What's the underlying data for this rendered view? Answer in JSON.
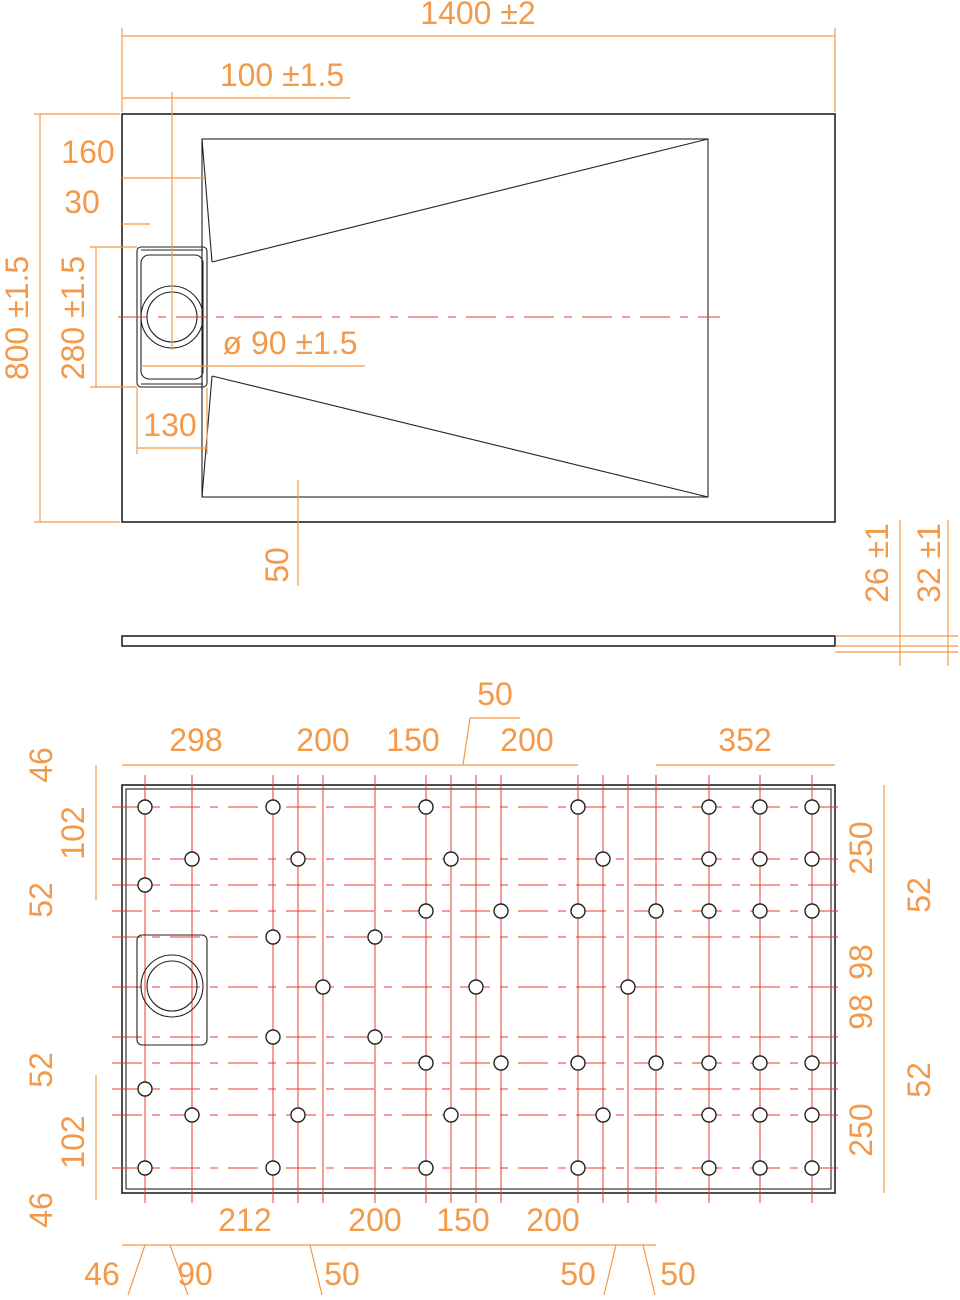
{
  "colors": {
    "dimension": "#f2994a",
    "outline": "#222222",
    "grid": "#e63b2e"
  },
  "top_view": {
    "overall_length": "1400 ±2",
    "overall_width": "800 ±1.5",
    "waste_offset": "100 ±1.5",
    "dim_160": "160",
    "dim_30": "30",
    "drain_length": "280 ±1.5",
    "drain_diameter": "ø 90 ±1.5",
    "dim_130": "130",
    "dim_50": "50"
  },
  "side_view": {
    "thickness_edge": "26 ±1",
    "thickness_total": "32 ±1"
  },
  "bottom_view": {
    "top_dims": [
      "298",
      "200",
      "150",
      "50",
      "200",
      "352"
    ],
    "bottom_dims": [
      "212",
      "200",
      "150",
      "200"
    ],
    "bottom_small_dims": [
      "46",
      "90",
      "50",
      "50",
      "50"
    ],
    "left_dims_upper": [
      "46",
      "102",
      "52"
    ],
    "left_dims_lower": [
      "52",
      "102",
      "46"
    ],
    "right_dims": [
      "250",
      "52",
      "98",
      "98",
      "52",
      "250"
    ]
  }
}
